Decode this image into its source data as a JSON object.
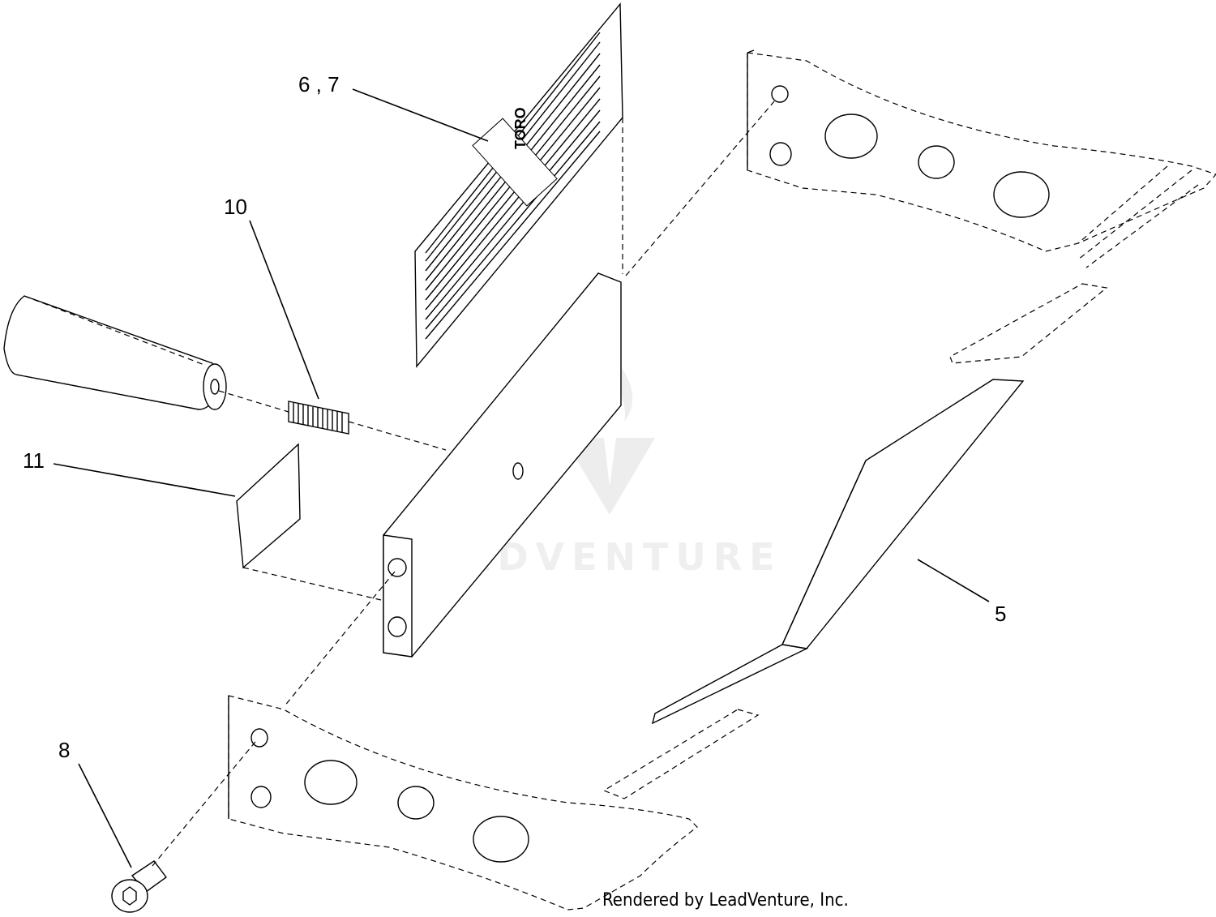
{
  "callouts": [
    {
      "id": "c1",
      "label": "6 , 7"
    },
    {
      "id": "c2",
      "label": "10"
    },
    {
      "id": "c3",
      "label": "11"
    },
    {
      "id": "c4",
      "label": "5"
    },
    {
      "id": "c5",
      "label": "8"
    }
  ],
  "decal_brand": "TORO",
  "watermark": "LEADVENTURE",
  "footer": "Rendered by LeadVenture, Inc."
}
